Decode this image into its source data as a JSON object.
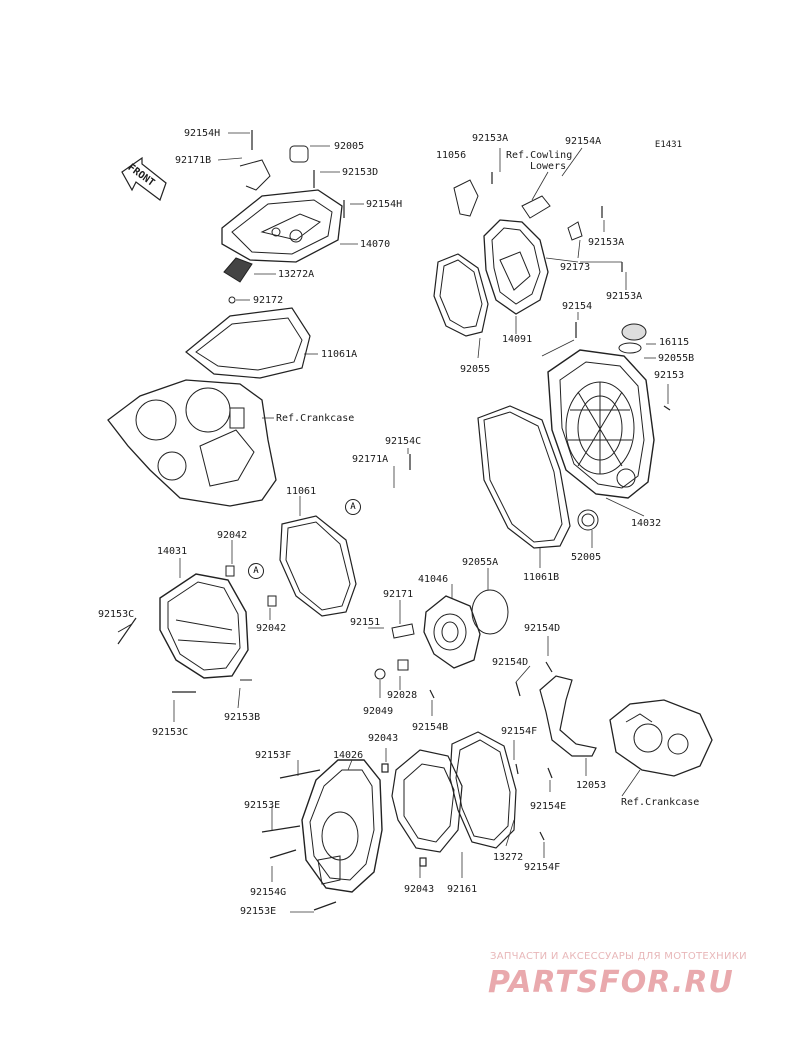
{
  "diagram_code": "E1431",
  "front_label": "FRONT",
  "ref_labels": {
    "crankcase_left": "Ref.Crankcase",
    "crankcase_right": "Ref.Crankcase",
    "cowling_line1": "Ref.Cowling",
    "cowling_line2": "Lowers"
  },
  "circle_marker": "A",
  "parts": [
    {
      "id": "p1",
      "text": "92154H"
    },
    {
      "id": "p2",
      "text": "92005"
    },
    {
      "id": "p3",
      "text": "92171B"
    },
    {
      "id": "p4",
      "text": "92153D"
    },
    {
      "id": "p5",
      "text": "92154H"
    },
    {
      "id": "p6",
      "text": "14070"
    },
    {
      "id": "p7",
      "text": "13272A"
    },
    {
      "id": "p8",
      "text": "92172"
    },
    {
      "id": "p9",
      "text": "11061A"
    },
    {
      "id": "p10",
      "text": "92153A"
    },
    {
      "id": "p11",
      "text": "92154A"
    },
    {
      "id": "p12",
      "text": "11056"
    },
    {
      "id": "p13",
      "text": "92153A"
    },
    {
      "id": "p14",
      "text": "92173"
    },
    {
      "id": "p15",
      "text": "92153A"
    },
    {
      "id": "p16",
      "text": "14091"
    },
    {
      "id": "p17",
      "text": "92055"
    },
    {
      "id": "p18",
      "text": "92154"
    },
    {
      "id": "p19",
      "text": "16115"
    },
    {
      "id": "p20",
      "text": "92055B"
    },
    {
      "id": "p21",
      "text": "92153"
    },
    {
      "id": "p22",
      "text": "92154C"
    },
    {
      "id": "p23",
      "text": "92171A"
    },
    {
      "id": "p24",
      "text": "11061"
    },
    {
      "id": "p25",
      "text": "14032"
    },
    {
      "id": "p26",
      "text": "52005"
    },
    {
      "id": "p27",
      "text": "11061B"
    },
    {
      "id": "p28",
      "text": "92042"
    },
    {
      "id": "p29",
      "text": "14031"
    },
    {
      "id": "p30",
      "text": "92055A"
    },
    {
      "id": "p31",
      "text": "41046"
    },
    {
      "id": "p32",
      "text": "92171"
    },
    {
      "id": "p33",
      "text": "92153C"
    },
    {
      "id": "p34",
      "text": "92042"
    },
    {
      "id": "p35",
      "text": "92151"
    },
    {
      "id": "p36",
      "text": "92154D"
    },
    {
      "id": "p37",
      "text": "92154D"
    },
    {
      "id": "p38",
      "text": "92028"
    },
    {
      "id": "p39",
      "text": "92049"
    },
    {
      "id": "p40",
      "text": "92154B"
    },
    {
      "id": "p41",
      "text": "92153C"
    },
    {
      "id": "p42",
      "text": "92153B"
    },
    {
      "id": "p43",
      "text": "92043"
    },
    {
      "id": "p44",
      "text": "92153F"
    },
    {
      "id": "p45",
      "text": "14026"
    },
    {
      "id": "p46",
      "text": "92154F"
    },
    {
      "id": "p47",
      "text": "12053"
    },
    {
      "id": "p48",
      "text": "92154E"
    },
    {
      "id": "p49",
      "text": "92153E"
    },
    {
      "id": "p50",
      "text": "13272"
    },
    {
      "id": "p51",
      "text": "92154F"
    },
    {
      "id": "p52",
      "text": "92154G"
    },
    {
      "id": "p53",
      "text": "92043"
    },
    {
      "id": "p54",
      "text": "92161"
    },
    {
      "id": "p55",
      "text": "92153E"
    }
  ],
  "watermark": {
    "tagline": "ЗАПЧАСТИ И АКСЕССУАРЫ ДЛЯ МОТОТЕХНИКИ",
    "logo": "PARTSFOR.RU"
  }
}
